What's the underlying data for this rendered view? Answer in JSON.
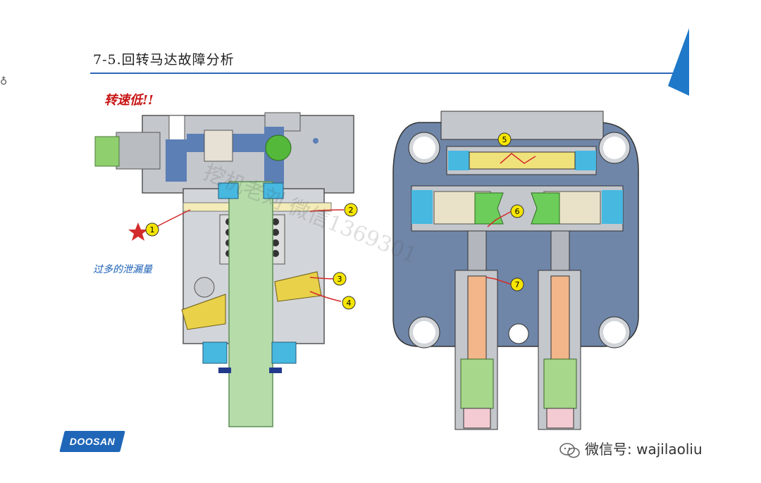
{
  "header": {
    "title": "7-5.回转马达故障分析"
  },
  "subtitle": "转速低!!",
  "leak_label": "过多的泄漏量",
  "callouts": [
    "1",
    "2",
    "3",
    "4",
    "5",
    "6",
    "7"
  ],
  "brand": {
    "logo_text": "DOOSAN"
  },
  "footer": {
    "wechat_id": "微信号: wajilaoliu"
  },
  "watermark": {
    "text": "挖机老刘 微信1369301"
  },
  "colors": {
    "accent": "#2f67b8",
    "warning": "#c81414",
    "shaft_green": "#b6dcaa",
    "body_gray": "#c4c7cc",
    "bearing_cyan": "#47b8e0",
    "housing_blue": "#6f86a8",
    "yellow": "#f0e27a"
  }
}
